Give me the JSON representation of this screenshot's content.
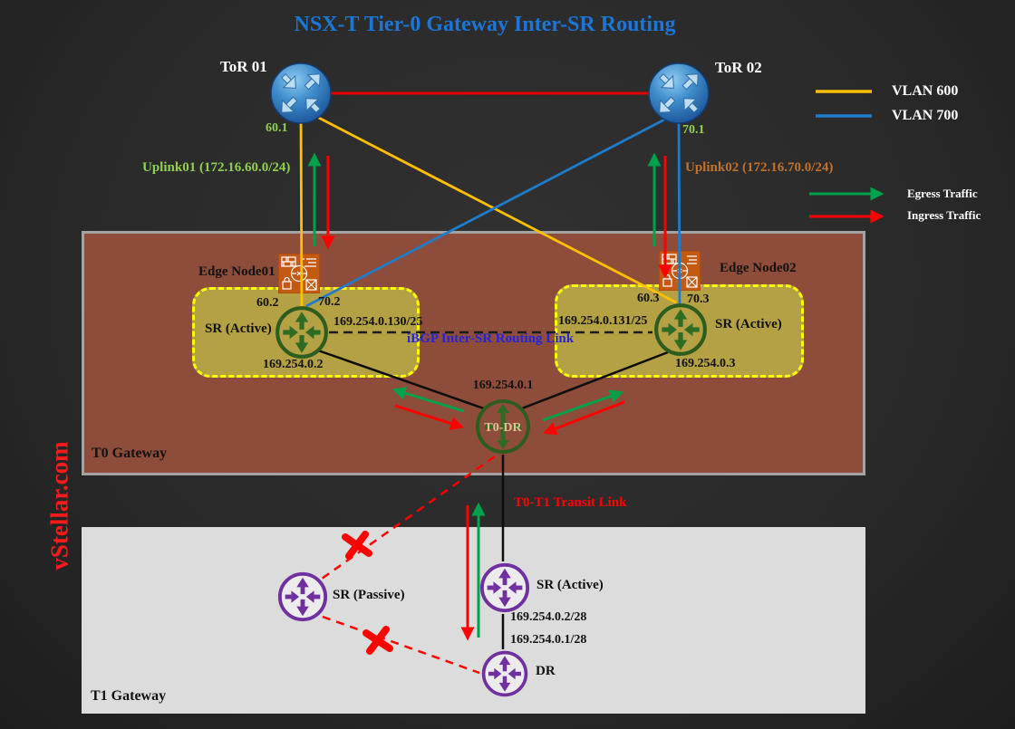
{
  "title": "NSX-T Tier-0 Gateway Inter-SR Routing",
  "watermark": "vStellar.com",
  "tor1": {
    "label": "ToR 01",
    "ip": "60.1"
  },
  "tor2": {
    "label": "ToR 02",
    "ip": "70.1"
  },
  "uplinks": {
    "uplink1": "Uplink01 (172.16.60.0/24)",
    "uplink2": "Uplink02 (172.16.70.0/24)"
  },
  "legend": {
    "vlan600": "VLAN 600",
    "vlan700": "VLAN 700",
    "egress": "Egress Traffic",
    "ingress": "Ingress Traffic"
  },
  "t0_gateway": {
    "label": "T0 Gateway",
    "edge_node1": {
      "label": "Edge Node01",
      "if_vlan600": "60.2",
      "if_vlan700": "70.2",
      "sr_label": "SR (Active)",
      "inter_sr_ip": "169.254.0.130/25",
      "downlink_ip": "169.254.0.2"
    },
    "edge_node2": {
      "label": "Edge Node02",
      "if_vlan600": "60.3",
      "if_vlan700": "70.3",
      "sr_label": "SR (Active)",
      "inter_sr_ip": "169.254.0.131/25",
      "downlink_ip": "169.254.0.3"
    },
    "ibgp_link_label": "iBGP Inter-SR Routing Link",
    "t0_dr": {
      "label": "T0-DR",
      "uplink_ip": "169.254.0.1"
    }
  },
  "transit_link_label": "T0-T1 Transit Link",
  "t1_gateway": {
    "label": "T1 Gateway",
    "sr_active_label": "SR (Active)",
    "sr_passive_label": "SR (Passive)",
    "dr_label": "DR",
    "sr_ip": "169.254.0.2/28",
    "dr_ip": "169.254.0.1/28"
  },
  "icons": {
    "tor_router": "tor-router-icon",
    "edge_node": "edge-node-icon",
    "sr_router": "sr-router-icon",
    "t0_dr_router": "t0-dr-icon",
    "failed_link_mark": "x-mark-icon"
  },
  "colors": {
    "vlan600": "#ffc000",
    "vlan700": "#1e7cc9",
    "egress": "#00a14b",
    "ingress": "#ff0000",
    "tor_interlink": "#e60000",
    "t0_box_fill": "#8e4c3a",
    "t1_box_fill": "#dcdcdc",
    "sr_zone_fill": "#b3a144",
    "sr_zone_border": "#ffff00",
    "t0_router": "#2e5c1e",
    "t1_router": "#7030a0",
    "edge_node_fill": "#c45911",
    "title_text": "#1b76d6",
    "uplink1_text": "#92d050",
    "uplink2_text": "#c0722e",
    "ibgp_text": "#2424d8",
    "transit_text": "#ff0000",
    "watermark_text": "#ff1a1a"
  }
}
